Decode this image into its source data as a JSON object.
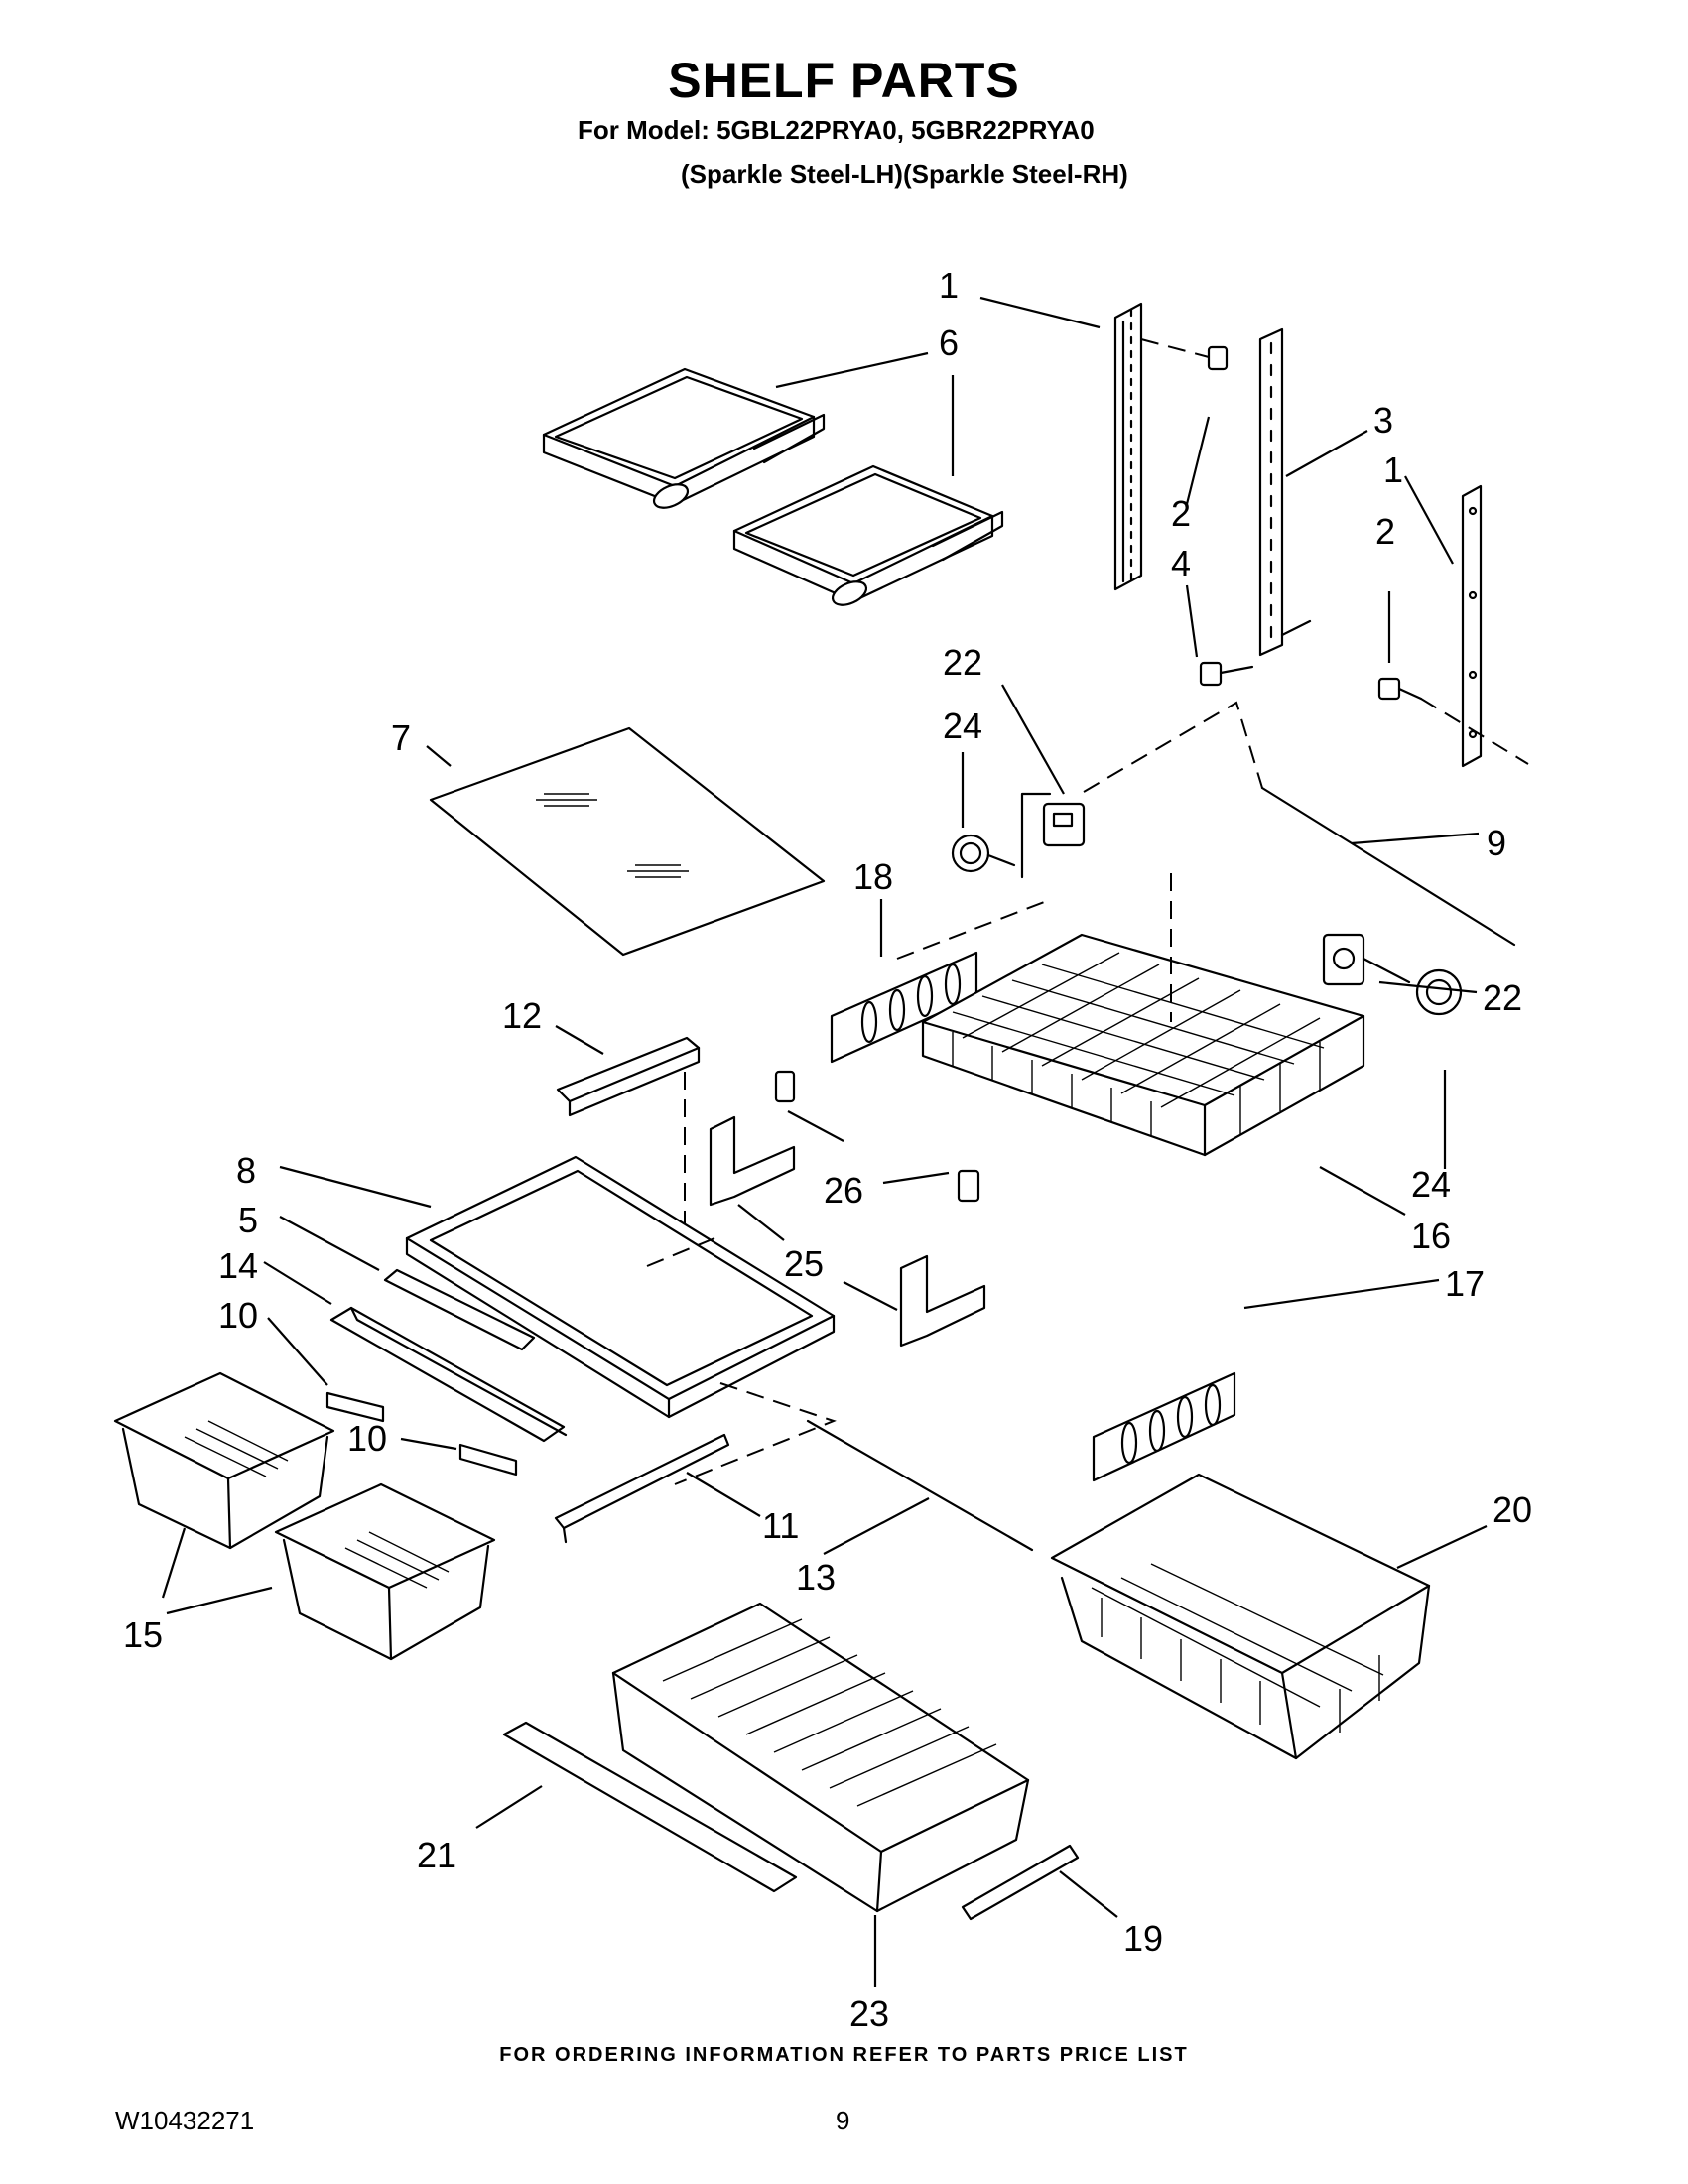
{
  "header": {
    "title": "SHELF PARTS",
    "model_line": "For Model: 5GBL22PRYA0, 5GBR22PRYA0",
    "finish_line": "(Sparkle Steel-LH)(Sparkle Steel-RH)"
  },
  "callouts": {
    "c1a": "1",
    "c6": "6",
    "c3": "3",
    "c1b": "1",
    "c2a": "2",
    "c4": "4",
    "c2b": "2",
    "c22a": "22",
    "c24a": "24",
    "c7": "7",
    "c9": "9",
    "c18": "18",
    "c22b": "22",
    "c12": "12",
    "c8": "8",
    "c5": "5",
    "c14": "14",
    "c10a": "10",
    "c26": "26",
    "c24b": "24",
    "c16": "16",
    "c25": "25",
    "c17": "17",
    "c10b": "10",
    "c11": "11",
    "c13": "13",
    "c20": "20",
    "c15": "15",
    "c21": "21",
    "c19": "19",
    "c23": "23"
  },
  "footer": {
    "ordering_note": "FOR ORDERING INFORMATION REFER TO PARTS PRICE LIST",
    "doc_number": "W10432271",
    "page_number": "9"
  }
}
